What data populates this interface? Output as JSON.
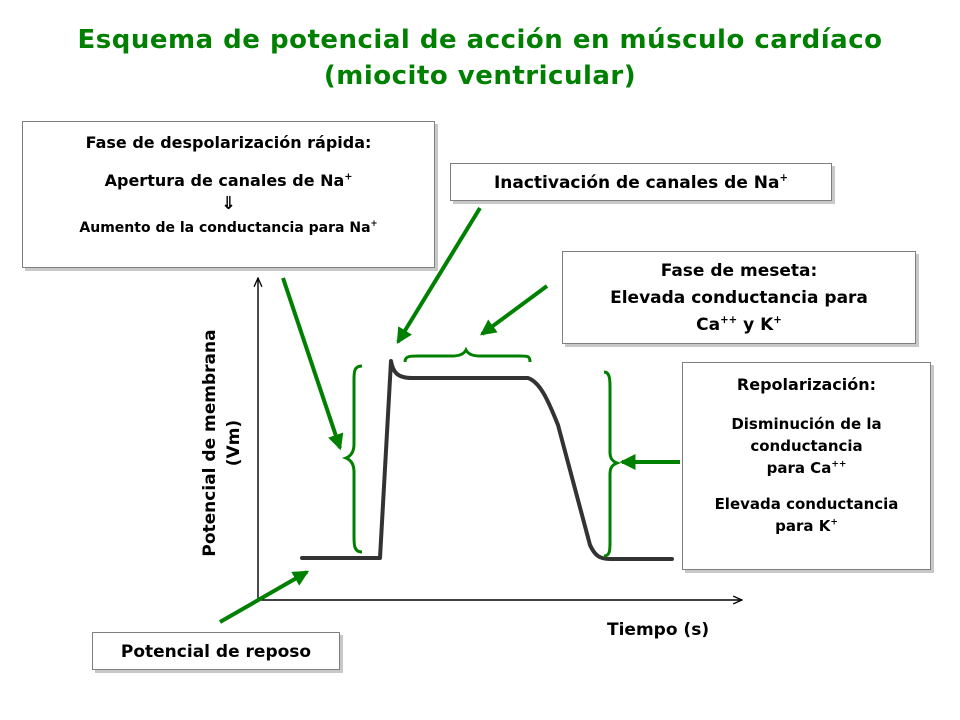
{
  "title": {
    "line1": "Esquema de potencial de acción en músculo cardíaco",
    "line2": "(miocito ventricular)"
  },
  "despolarizacion": {
    "heading": "Fase de despolarización rápida:",
    "line1": "Apertura de canales de Na",
    "line1_sup": "+",
    "arrow": "⇓",
    "line2": "Aumento de la conductancia para Na",
    "line2_sup": "+"
  },
  "inactivacion": {
    "text": "Inactivación de canales de Na",
    "sup": "+"
  },
  "meseta": {
    "heading": "Fase de meseta:",
    "line1": "Elevada conductancia para",
    "line2_a": "Ca",
    "line2_a_sup": "++",
    "line2_b": " y K",
    "line2_b_sup": "+"
  },
  "repolarizacion": {
    "heading": "Repolarización:",
    "line1": "Disminución de la",
    "line2": "conductancia",
    "line3": "para Ca",
    "line3_sup": "++",
    "line4": "Elevada conductancia",
    "line5": "para K",
    "line5_sup": "+"
  },
  "reposo": {
    "text": "Potencial de reposo"
  },
  "axes": {
    "ylabel_line1": "Potencial de membrana",
    "ylabel_line2": "(Vm)",
    "xlabel": "Tiempo (s)"
  },
  "colors": {
    "arrow_green": "#008000",
    "title_green": "#008000",
    "trace_gray": "#333333"
  }
}
